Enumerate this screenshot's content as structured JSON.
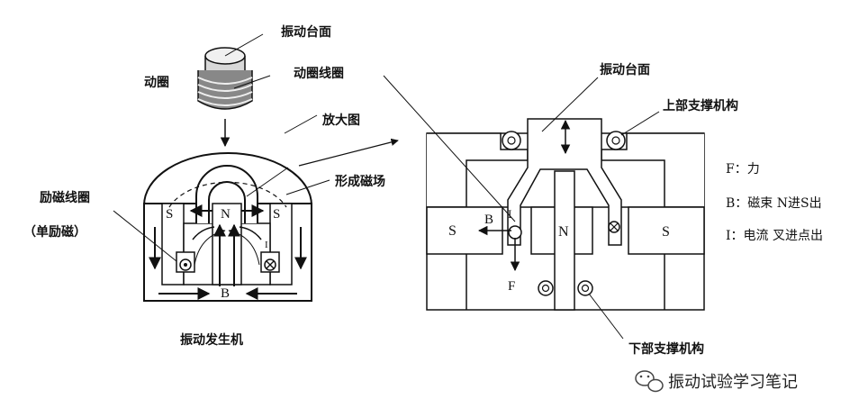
{
  "labels": {
    "vibration_table_top": "振动台面",
    "moving_coil": "动圈",
    "moving_coil_winding": "动圈线圈",
    "magnified_view": "放大图",
    "forms_magnetic_field": "形成磁场",
    "excitation_coil": "励磁线圈",
    "single_excitation": "（单励磁）",
    "vibration_generator": "振动发生机",
    "vibration_table_top_right": "振动台面",
    "upper_support": "上部支撑机构",
    "lower_support": "下部支撑机构"
  },
  "legend": {
    "force": "F：力",
    "flux": "B：磁束  N进S出",
    "current": "I：电流  叉进点出"
  },
  "poles": {
    "S": "S",
    "N": "N"
  },
  "symbols": {
    "B": "B",
    "F": "F",
    "I": "I"
  },
  "watermark": "振动试验学习笔记"
}
